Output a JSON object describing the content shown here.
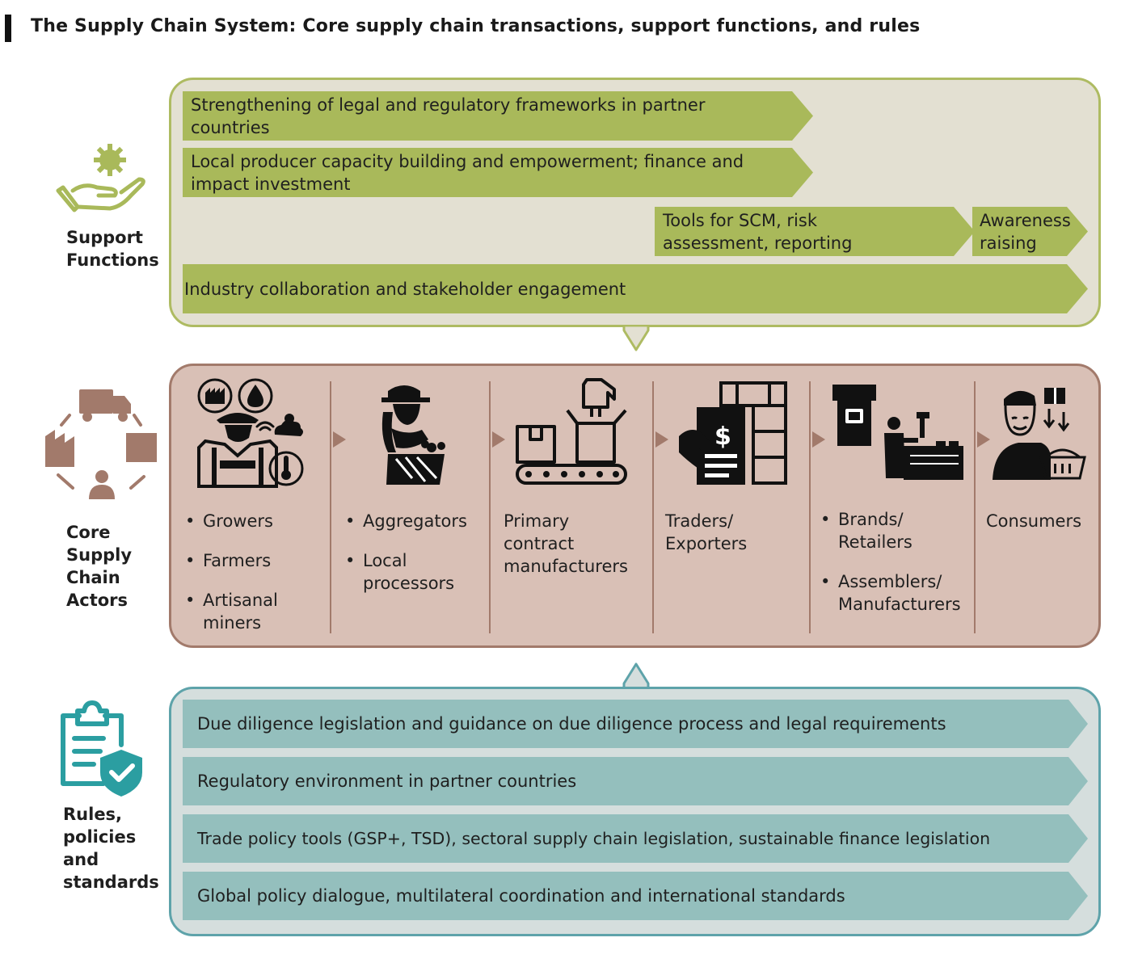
{
  "title": "The Supply Chain System: Core supply chain transactions, support functions, and rules",
  "colors": {
    "support_fill": "#e3e0d2",
    "support_border": "#aebb62",
    "support_arrow": "#a9b95a",
    "core_fill": "#d9c0b6",
    "core_border": "#a27a6b",
    "rules_fill": "#d5dedd",
    "rules_border": "#5ea3aa",
    "rules_arrow": "#94bfbd"
  },
  "support": {
    "label": "Support Functions",
    "icon": "hand-with-gear-icon",
    "items": [
      "Strengthening of legal and regulatory frameworks in partner countries",
      "Local producer capacity building and empowerment; finance and impact investment",
      "Tools for SCM, risk assessment, reporting",
      "Awareness raising",
      "Industry collaboration and stakeholder engagement"
    ]
  },
  "core": {
    "label": "Core Supply Chain Actors",
    "icon": "supply-cycle-icon",
    "columns": [
      {
        "icon": "farmer-icon",
        "items": [
          "Growers",
          "Farmers",
          "Artisanal miners"
        ]
      },
      {
        "icon": "aggregator-icon",
        "items": [
          "Aggregators",
          "Local processors"
        ]
      },
      {
        "icon": "manufacturing-icon",
        "text": "Primary contract manufacturers"
      },
      {
        "icon": "trader-icon",
        "text": "Traders/ Exporters"
      },
      {
        "icon": "retail-icon",
        "items": [
          "Brands/ Retailers",
          "Assemblers/ Manufacturers"
        ]
      },
      {
        "icon": "consumer-icon",
        "text": "Consumers"
      }
    ]
  },
  "rules": {
    "label": "Rules, policies and standards",
    "icon": "clipboard-shield-icon",
    "items": [
      "Due diligence legislation and guidance on due diligence process and legal requirements",
      "Regulatory environment in partner countries",
      "Trade policy tools (GSP+, TSD), sectoral supply chain legislation, sustainable finance legislation",
      "Global policy dialogue, multilateral coordination and international standards"
    ]
  }
}
